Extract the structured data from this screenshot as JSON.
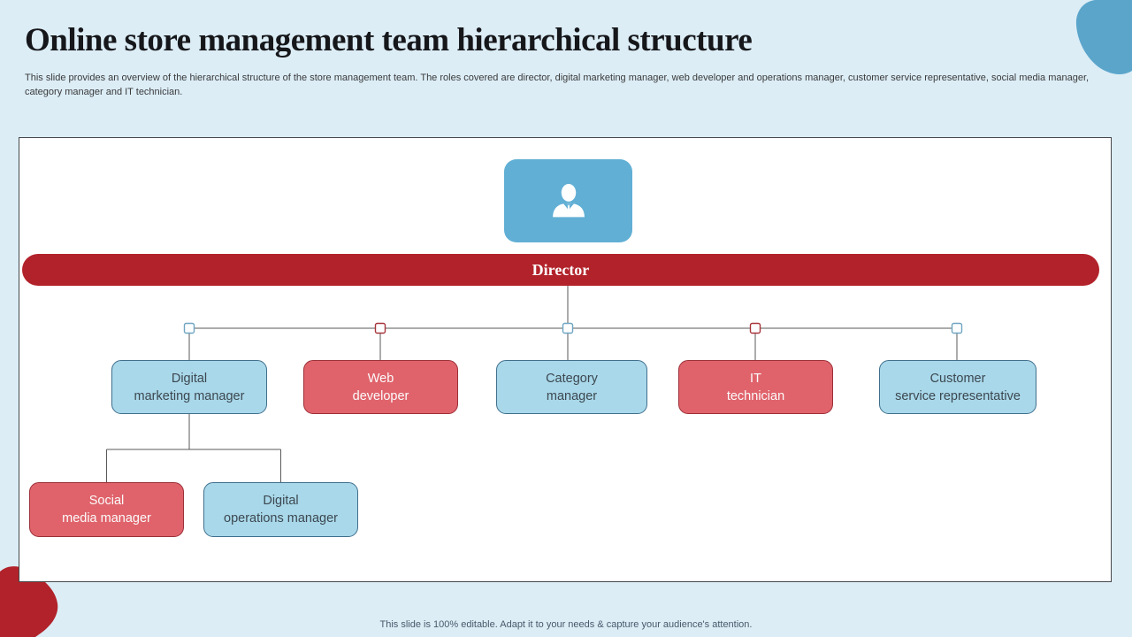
{
  "slide": {
    "title": "Online store management team hierarchical structure",
    "subtitle": "This slide provides an overview of the hierarchical structure of the store management team. The roles covered are director, digital marketing manager, web developer and operations manager, customer service representative, social media manager, category manager and IT technician.",
    "footer_note": "This slide is 100% editable. Adapt it to your needs & capture your audience's attention."
  },
  "org_chart": {
    "type": "org-tree",
    "root": {
      "label": "Director",
      "style": "red"
    },
    "branches": [
      {
        "label": "Digital\nmarketing manager",
        "style": "blue",
        "children": [
          {
            "label": "Social\nmedia manager",
            "style": "red"
          },
          {
            "label": "Digital\noperations manager",
            "style": "blue"
          }
        ]
      },
      {
        "label": "Web\ndeveloper",
        "style": "red"
      },
      {
        "label": "Category\nmanager",
        "style": "blue"
      },
      {
        "label": "IT\ntechnician",
        "style": "red"
      },
      {
        "label": "Customer\nservice representative",
        "style": "blue"
      }
    ]
  },
  "icons": {
    "header_icon": "person-icon"
  },
  "colors": {
    "background": "#DCEDF6",
    "panel_bg": "#FFFFFF",
    "panel_border": "#47484A",
    "accent_red": "#B2222A",
    "red_node_fill": "#E0636B",
    "red_node_border": "#9C2F38",
    "blue_node_fill": "#A9D8EA",
    "blue_node_border": "#3F6F8C",
    "header_blue": "#61AFD5",
    "connector_line": "#595959",
    "square_blue": "#6FA5C2",
    "square_red": "#A8343B",
    "text_dark": "#3C4850",
    "text_light": "#FBFBFB"
  }
}
